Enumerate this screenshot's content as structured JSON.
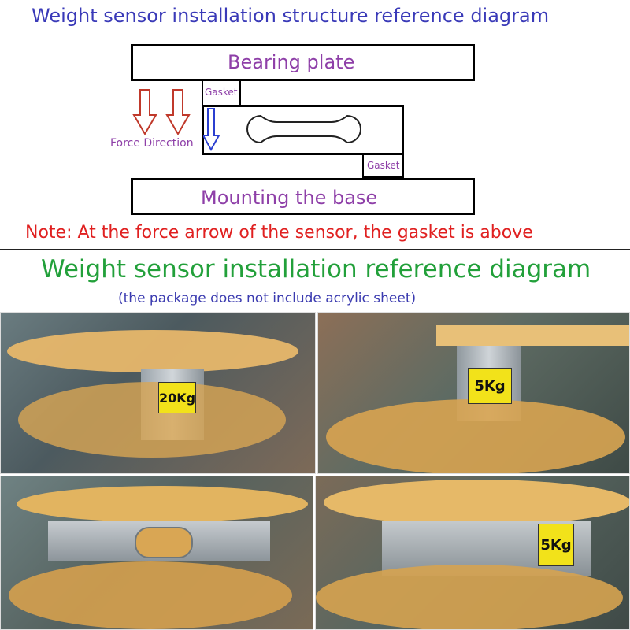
{
  "diagram": {
    "title": "Weight sensor installation structure reference diagram",
    "bearing_plate": "Bearing plate",
    "base": "Mounting the base",
    "gasket_top": "Gasket",
    "gasket_bottom": "Gasket",
    "force_direction": "Force Direction",
    "note": "Note: At the force arrow of the sensor,  the gasket is above"
  },
  "reference": {
    "title": "Weight sensor installation reference diagram",
    "subtitle": "(the package does not include acrylic sheet)"
  },
  "photos": [
    {
      "tag": "20Kg"
    },
    {
      "tag": "5Kg"
    },
    {
      "tag": ""
    },
    {
      "tag": "5Kg"
    }
  ],
  "colors": {
    "title_blue": "#3a3ab8",
    "label_purple": "#8e3fa8",
    "note_red": "#e02020",
    "reference_green": "#22a03a",
    "arrow_red": "#c0392b",
    "arrow_blue": "#2b3fd0"
  }
}
